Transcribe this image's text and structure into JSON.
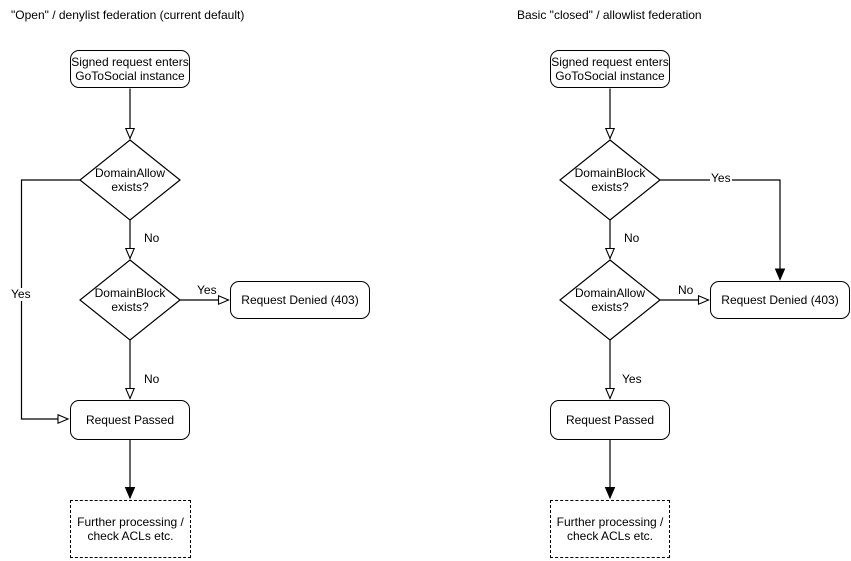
{
  "page": {
    "background": "#ffffff",
    "line_color": "#000000",
    "text_color": "#000000"
  },
  "left": {
    "title": "\"Open\" / denylist federation (current default)",
    "nodes": {
      "start": "Signed request enters\nGoToSocial instance",
      "decision1": "DomainAllow\nexists?",
      "decision2": "DomainBlock\nexists?",
      "denied": "Request Denied (403)",
      "passed": "Request Passed",
      "further": "Further processing /\ncheck ACLs etc."
    },
    "labels": {
      "decision1_yes": "Yes",
      "decision1_no": "No",
      "decision2_yes": "Yes",
      "decision2_no": "No"
    }
  },
  "right": {
    "title": "Basic \"closed\" / allowlist federation",
    "nodes": {
      "start": "Signed request enters\nGoToSocial instance",
      "decision1": "DomainBlock\nexists?",
      "decision2": "DomainAllow\nexists?",
      "denied": "Request Denied (403)",
      "passed": "Request Passed",
      "further": "Further processing /\ncheck ACLs etc."
    },
    "labels": {
      "decision1_yes": "Yes",
      "decision1_no": "No",
      "decision2_no": "No",
      "decision2_yes": "Yes"
    }
  }
}
